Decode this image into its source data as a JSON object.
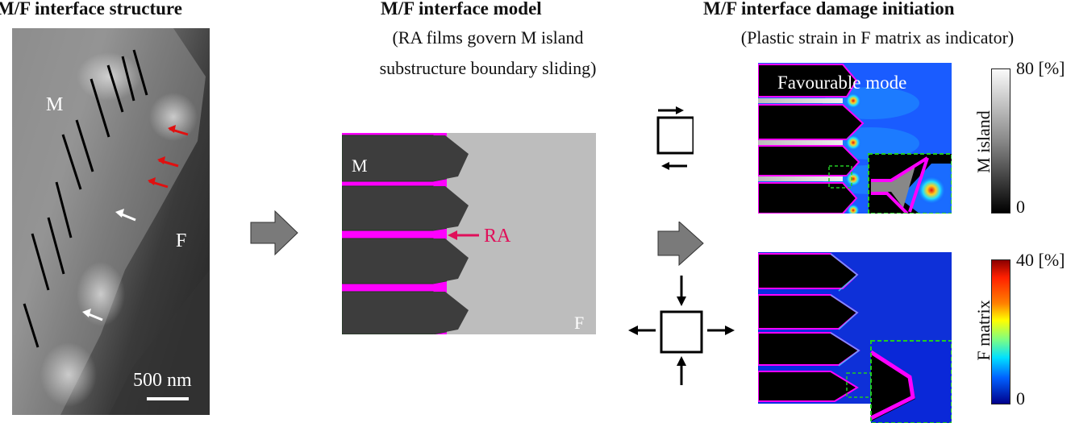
{
  "panels": {
    "structure": {
      "title": "M/F interface structure",
      "labels": {
        "m": "M",
        "f": "F"
      },
      "scale_bar": "500 nm"
    },
    "model": {
      "title": "M/F interface model",
      "subtitle_line1": "(RA films govern M island",
      "subtitle_line2": "substructure boundary sliding)",
      "labels": {
        "m": "M",
        "f": "F",
        "ra": "RA"
      }
    },
    "damage": {
      "title": "M/F interface damage initiation",
      "subtitle": "(Plastic strain in F matrix as indicator)",
      "mode_label": "Favourable mode",
      "colorbar_m": {
        "label": "M island",
        "max": "80 [%]",
        "min": "0"
      },
      "colorbar_f": {
        "label": "F matrix",
        "max": "40 [%]",
        "min": "0"
      }
    }
  },
  "loading": {
    "top": "shear-loading-icon",
    "bottom": "biaxial-compression-tension-icon"
  },
  "colors": {
    "ra_film": "#ff00ff",
    "m_island_model": "#3d3d3d",
    "f_matrix_model": "#bdbdbd",
    "ra_label": "#e0105a",
    "flow_arrow": "#7a7a7a",
    "inset_border": "#22cc22"
  }
}
